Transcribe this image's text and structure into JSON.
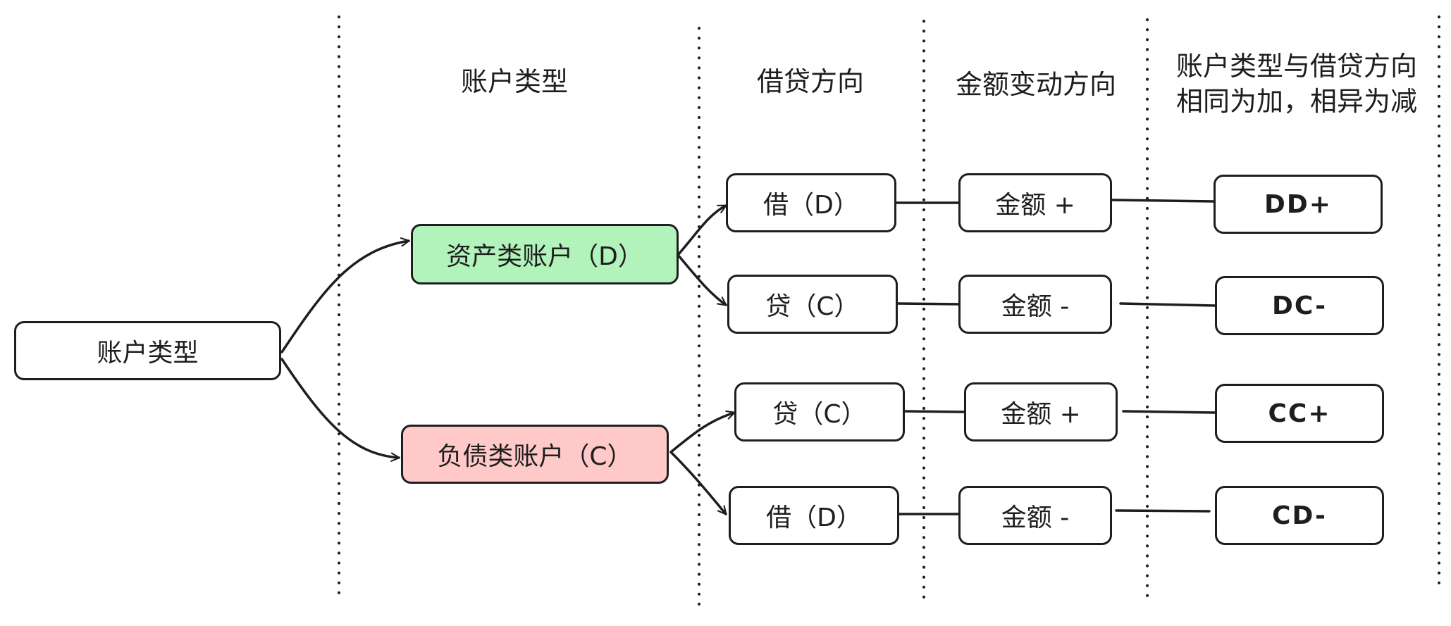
{
  "headers": {
    "account_type": "账户类型",
    "debit_credit": "借贷方向",
    "amount_change": "金额变动方向",
    "rule_line1": "账户类型与借贷方向",
    "rule_line2": "相同为加，相异为减"
  },
  "root": {
    "label": "账户类型"
  },
  "asset": {
    "label": "资产类账户（D）",
    "color": "#b2f2bb"
  },
  "liability": {
    "label": "负债类账户（C）",
    "color": "#ffc9c9"
  },
  "rows": [
    {
      "direction": "借（D）",
      "amount": "金额 +",
      "result": "DD+"
    },
    {
      "direction": "贷（C）",
      "amount": "金额 -",
      "result": "DC-"
    },
    {
      "direction": "贷（C）",
      "amount": "金额 +",
      "result": "CC+"
    },
    {
      "direction": "借（D）",
      "amount": "金额 -",
      "result": "CD-"
    }
  ],
  "stroke_color": "#1e1e1e"
}
